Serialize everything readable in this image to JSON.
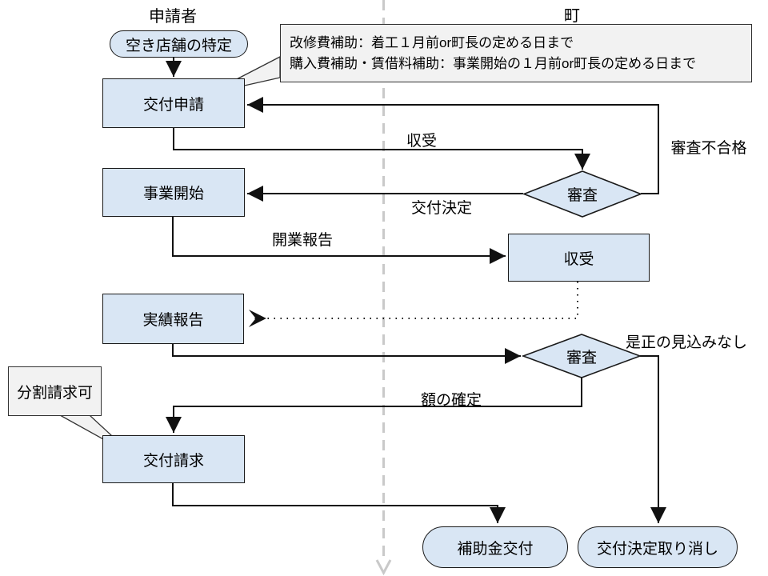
{
  "diagram": {
    "lanes": {
      "applicant": "申請者",
      "town": "町"
    },
    "nodes": {
      "start": {
        "label": "空き店舗の特定"
      },
      "apply": {
        "label": "交付申請"
      },
      "business_start": {
        "label": "事業開始"
      },
      "receipt": {
        "label": "収受"
      },
      "result_report": {
        "label": "実績報告"
      },
      "payment_request": {
        "label": "交付請求"
      },
      "review1": {
        "label": "審査"
      },
      "review2": {
        "label": "審査"
      },
      "subsidy_grant": {
        "label": "補助金交付"
      },
      "grant_cancel": {
        "label": "交付決定取り消し"
      }
    },
    "edge_labels": {
      "receipt_in": "収受",
      "review_fail": "審査不合格",
      "grant_decision": "交付決定",
      "opening_report": "開業報告",
      "amount_fixed": "額の確定",
      "no_correction": "是正の見込みなし"
    },
    "callouts": {
      "deadline_line1": "改修費補助：着工１月前or町長の定める日まで",
      "deadline_line2": "購入費補助・賃借料補助：事業開始の１月前or町長の定める日まで",
      "split_request": "分割請求可"
    },
    "colors": {
      "node_fill": "#d9e6f4",
      "node_border": "#1a1a1a",
      "callout_fill": "#f2f2f2",
      "divider": "#c9c9c9"
    }
  }
}
